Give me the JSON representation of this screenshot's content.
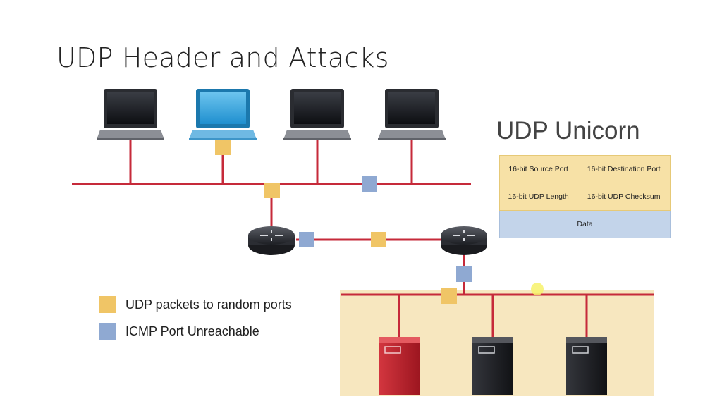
{
  "title": "UDP Header and Attacks",
  "unicorn": {
    "title": "UDP Unicorn",
    "rows": [
      [
        "16-bit Source Port",
        "16-bit Destination Port"
      ],
      [
        "16-bit UDP Length",
        "16-bit UDP Checksum"
      ]
    ],
    "data_label": "Data"
  },
  "legend": [
    {
      "label": "UDP packets to random ports",
      "color": "#f0c566"
    },
    {
      "label": "ICMP Port Unreachable",
      "color": "#8fa9d2"
    }
  ],
  "colors": {
    "wire": "#c62a3a",
    "udp_packet": "#f0c566",
    "icmp_packet": "#8fa9d2",
    "server_zone": "#f7e7bf",
    "highlight_server": "#c8202c",
    "laptop_highlight": "#3aa3d9"
  }
}
